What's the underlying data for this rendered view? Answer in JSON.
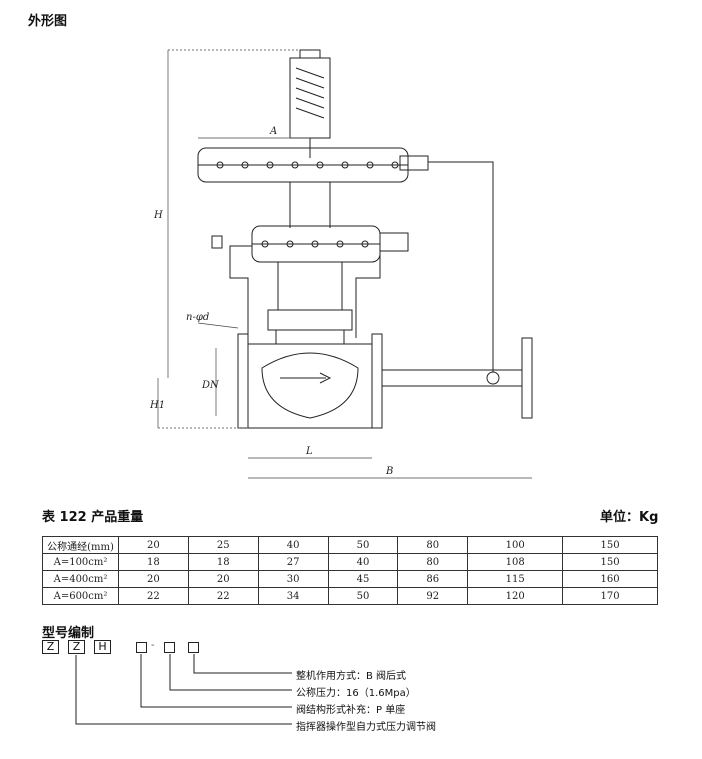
{
  "outline_title": "外形图",
  "drawing_labels": {
    "A": "A",
    "H": "H",
    "H1": "H1",
    "DN": "DN",
    "L": "L",
    "B": "B",
    "nd": "n-φd"
  },
  "table_title": "表 122 产品重量",
  "unit_label": "单位：Kg",
  "weight_table": {
    "header": [
      "公称通经(mm)",
      "20",
      "25",
      "40",
      "50",
      "80",
      "100",
      "150"
    ],
    "rows": [
      [
        "A=100cm²",
        "18",
        "18",
        "27",
        "40",
        "80",
        "108",
        "150"
      ],
      [
        "A=400cm²",
        "20",
        "20",
        "30",
        "45",
        "86",
        "115",
        "160"
      ],
      [
        "A=600cm²",
        "22",
        "22",
        "34",
        "50",
        "92",
        "120",
        "170"
      ]
    ]
  },
  "model_title": "型号编制",
  "model_code": {
    "letters": [
      "Z",
      "Z",
      "H"
    ],
    "separator": "-"
  },
  "model_descriptions": [
    "整机作用方式：B  阀后式",
    "公称压力：16（1.6Mpa）",
    "阀结构形式补充：P 单座",
    "指挥器操作型自力式压力调节阀"
  ]
}
